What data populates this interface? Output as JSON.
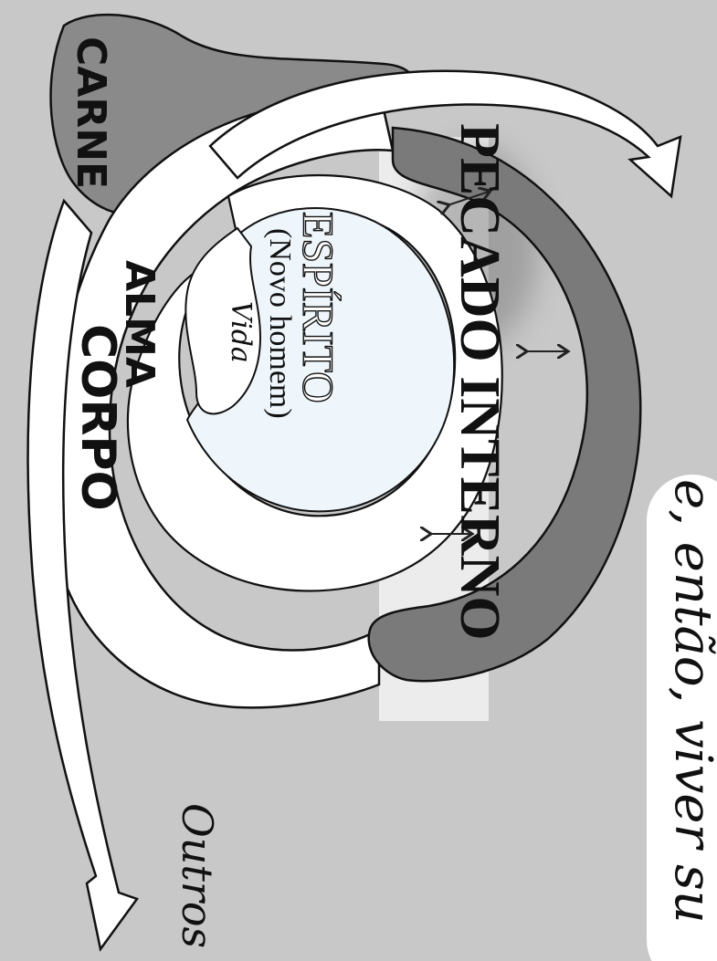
{
  "diagram": {
    "labels": {
      "carne": "CARNE",
      "pecado_interno": "PECADO INTERNO",
      "espirito": "ESPÍRITO",
      "novo_homem": "(Novo homem)",
      "vida": "Vida",
      "alma": "ALMA",
      "corpo": "CORPO",
      "outros": "Outros"
    },
    "caption": "e, então, viver su"
  },
  "colors": {
    "background": "#c8c8c8",
    "carne_fill": "#8a8a8a",
    "pecado_fill": "#7a7a7a",
    "white": "#ffffff",
    "espirito_fill": "#eef6fb",
    "stroke": "#111111"
  }
}
